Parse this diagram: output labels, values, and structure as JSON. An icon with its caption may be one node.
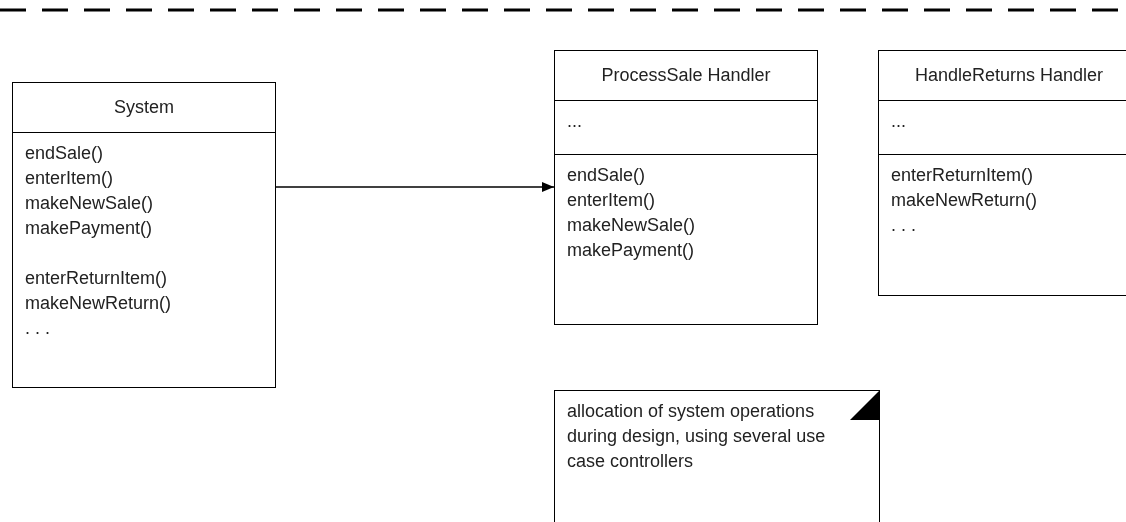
{
  "diagram": {
    "nodes": [
      {
        "text": [
          "System",
          "endSale()",
          "enterItem()",
          "makeNewSale()",
          "makePayment()",
          "enterReturnItem()",
          "makeNewReturn()",
          ". . ."
        ]
      },
      {
        "text": [
          "ProcessSale Handler",
          "...",
          "endSale()",
          "enterItem()",
          "makeNewSale()",
          "makePayment()"
        ]
      },
      {
        "text": [
          "HandleReturns Handler",
          "...",
          "enterReturnItem()",
          "makeNewReturn()",
          ". . ."
        ]
      },
      {
        "text": [
          "allocation of system operations during design, using several use case controllers"
        ]
      }
    ],
    "edges": [
      {
        "from": 0,
        "to": 1,
        "arrow": "to"
      }
    ]
  }
}
